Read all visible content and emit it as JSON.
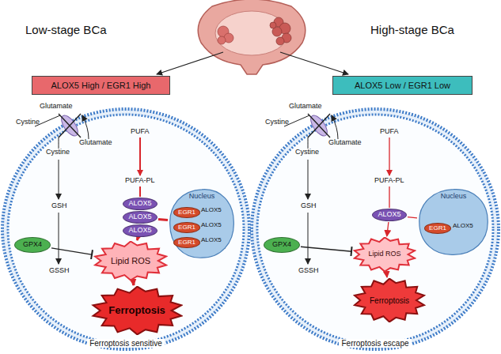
{
  "diagram": {
    "nodes": [
      {
        "text": [
          "ALOX5 High / EGR1 High"
        ]
      },
      {
        "text": [
          "ALOX5 Low / EGR1 Low"
        ]
      },
      {
        "text": [
          "Ferroptosis sensitive"
        ]
      },
      {
        "text": [
          "GPX4"
        ],
        "in": 2
      },
      {
        "text": [
          "ALOX5"
        ],
        "in": 2
      },
      {
        "text": [
          "ALOX5"
        ],
        "in": 2
      },
      {
        "text": [
          "ALOX5"
        ],
        "in": 2
      },
      {
        "text": [
          "Lipid ROS"
        ],
        "in": 2
      },
      {
        "text": [
          "Ferroptosis"
        ],
        "in": 2
      },
      {
        "text": [
          "Nucleus"
        ],
        "in": 2
      },
      {
        "text": [
          "EGR1"
        ],
        "in": 9
      },
      {
        "text": [
          "EGR1"
        ],
        "in": 9
      },
      {
        "text": [
          "EGR1"
        ],
        "in": 9
      },
      {
        "text": [
          "Ferroptosis escape"
        ]
      },
      {
        "text": [
          "GPX4"
        ],
        "in": 13
      },
      {
        "text": [
          "ALOX5"
        ],
        "in": 13
      },
      {
        "text": [
          "Lipid ROS"
        ],
        "in": 13
      },
      {
        "text": [
          "Ferroptosis"
        ],
        "in": 13
      },
      {
        "text": [
          "Nucleus"
        ],
        "in": 13
      },
      {
        "text": [
          "EGR1"
        ],
        "in": 18
      }
    ],
    "edges": [
      {
        "from": 3,
        "to": 7,
        "arrow": "to"
      },
      {
        "from": 6,
        "to": 7,
        "arrow": "to"
      },
      {
        "from": 7,
        "to": 8,
        "arrow": "to"
      },
      {
        "from": 9,
        "to": 5,
        "arrow": "none"
      },
      {
        "from": 14,
        "to": 16,
        "arrow": "to"
      },
      {
        "from": 15,
        "to": 16,
        "arrow": "to"
      },
      {
        "from": 16,
        "to": 17,
        "arrow": "to"
      },
      {
        "from": 18,
        "to": 15,
        "arrow": "none"
      }
    ],
    "labels": [
      "Low-stage BCa",
      "High-stage BCa",
      "Cystine",
      "Glutamate",
      "Glutamate",
      "Cystine",
      "GSH",
      "GSSH",
      "PUFA",
      "PUFA-PL",
      "ALOX5",
      "ALOX5",
      "ALOX5",
      "Cystine",
      "Glutamate",
      "Glutamate",
      "Cystine",
      "GSH",
      "GSSH",
      "PUFA",
      "PUFA-PL",
      "ALOX5"
    ]
  }
}
